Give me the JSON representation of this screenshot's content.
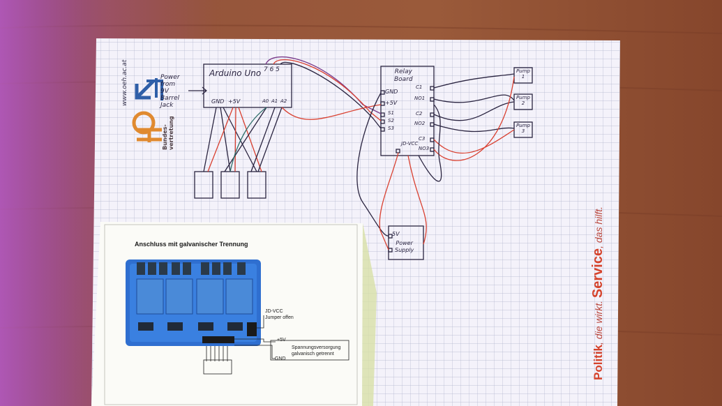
{
  "colors": {
    "pen": "#2a2440",
    "wire_red": "#d94030",
    "wire_purple": "#7a3a8a",
    "brand_red": "#d5432c",
    "logo_orange": "#e08a30",
    "logo_blue": "#2f5fa8"
  },
  "logo": {
    "url": "www.oeh.ac.at",
    "name_line1": "Bundes-",
    "name_line2": "vertretung"
  },
  "power_note": {
    "line1": "Power",
    "line2": "from",
    "line3": "9V",
    "line4": "Barrel",
    "line5": "Jack"
  },
  "arduino": {
    "title": "Arduino  Uno",
    "pins_top": "7 6 5",
    "pin_gnd": "GND",
    "pin_5v": "+5V",
    "pins_analog": [
      "A0",
      "A1",
      "A2"
    ]
  },
  "relay": {
    "title_line1": "Relay",
    "title_line2": "Board",
    "left_pins": [
      "GND",
      "+5V",
      "S1",
      "S2",
      "S3"
    ],
    "right_pins": [
      "C1",
      "NO1",
      "C2",
      "NO2",
      "C3",
      "NO3"
    ],
    "bottom_pin": "JD-VCC"
  },
  "pumps": [
    {
      "line1": "Pump",
      "line2": "1"
    },
    {
      "line1": "Pump",
      "line2": "2"
    },
    {
      "line1": "Pump",
      "line2": "3"
    }
  ],
  "supply": {
    "pin": "5V",
    "line1": "Power",
    "line2": "Supply"
  },
  "printout": {
    "title": "Anschluss mit galvanischer Trennung",
    "jdvcc_line1": "JD-VCC",
    "jdvcc_line2": "Jumper offen",
    "plus5v": "+5V",
    "gnd": "GND",
    "supply_line1": "Spannungsversorgung",
    "supply_line2": "galvanisch getrennt"
  },
  "slogan": {
    "part1": "Politik",
    "part2": ", die wirkt. ",
    "part3": "Service",
    "part4": ", das hilft."
  }
}
